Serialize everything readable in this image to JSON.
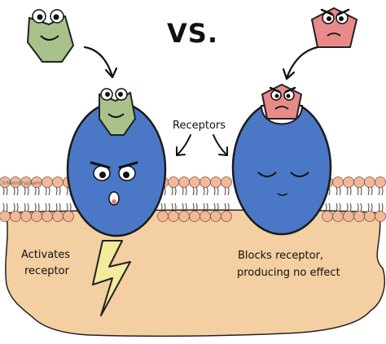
{
  "title": "VS.",
  "receptors_label": "Receptors",
  "left_caption": {
    "line1": "Activates",
    "line2": "receptor"
  },
  "right_caption": {
    "line1": "Blocks receptor,",
    "line2": "producing no effect"
  },
  "credit": "©Memorypharm",
  "colors": {
    "receptor_blue": "#4a78c6",
    "agonist_green": "#a9c18b",
    "antagonist_red": "#e98a8a",
    "membrane_head": "#f2b897",
    "cytoplasm": "#f3cfa2",
    "lightning": "#f4ea9e"
  },
  "icons": [
    "agonist-molecule-icon",
    "antagonist-molecule-icon",
    "lightning-bolt-icon",
    "arrow-icon"
  ]
}
